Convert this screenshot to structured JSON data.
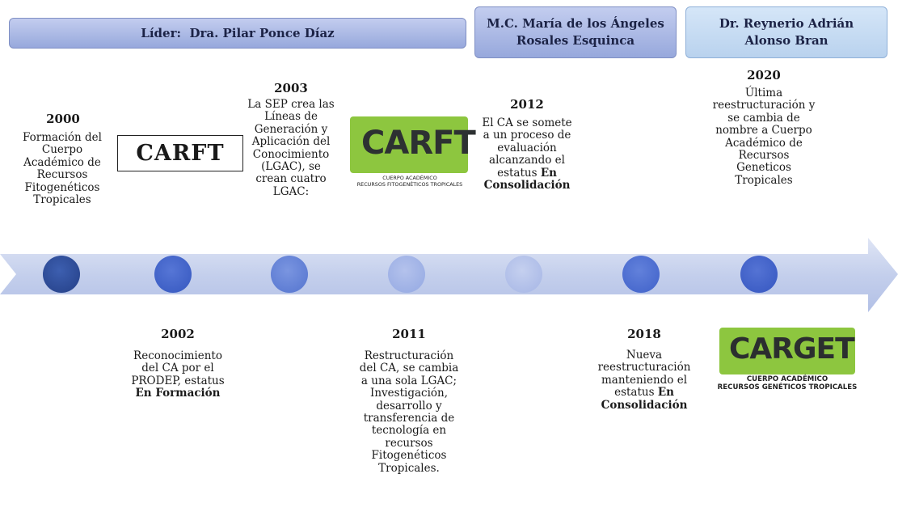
{
  "leaders": [
    {
      "name": "Líder:  Dra. Pilar Ponce Díaz"
    },
    {
      "name": "M.C. María de los Ángeles Rosales Esquinca"
    },
    {
      "name": "Dr. Reynerio Adrián Alonso Bran"
    }
  ],
  "events_top": [
    {
      "year": "2000",
      "text": "Formación del Cuerpo Académico de Recursos Fitogenéticos Tropicales"
    },
    {
      "year": "2003",
      "text": "La SEP crea las Líneas de Generación y Aplicación del Conocimiento (LGAC), se crean cuatro LGAC:"
    },
    {
      "year": "2012",
      "text_pre": "El CA se somete a un proceso de evaluación alcanzando el estatus ",
      "text_bold": "En Consolidación"
    },
    {
      "year": "2020",
      "text": "Última reestructuración y se cambia de nombre a Cuerpo Académico de Recursos Geneticos Tropicales"
    }
  ],
  "events_bottom": [
    {
      "year": "2002",
      "text_pre": "Reconocimiento del CA por el PRODEP, estatus ",
      "text_bold": "En Formación"
    },
    {
      "year": "2011",
      "text": "Restructuración del CA, se cambia a una sola LGAC; Investigación, desarrollo y transferencia de tecnología en recursos Fitogenéticos Tropicales."
    },
    {
      "year": "2018",
      "text_pre": "Nueva reestructuración manteniendo el estatus ",
      "text_bold": "En Consolidación"
    }
  ],
  "logos": {
    "carft_text": "CARFT",
    "logo1_main": "CARFT",
    "logo1_sub1": "CUERPO ACADÉMICO",
    "logo1_sub2": "RECURSOS FITOGENÉTICOS TROPICALES",
    "logo2_main": "CARGET",
    "logo2_sub1": "CUERPO ACADÉMICO",
    "logo2_sub2": "RECURSOS GENÉTICOS TROPICALES"
  },
  "colors": {
    "arrow": "#c9d3ec",
    "circles": [
      "#2f4f9c",
      "#3d63c9",
      "#5c7fd8",
      "#9db0e6",
      "#b3c2ea",
      "#4a6fd0",
      "#3a5fc6"
    ],
    "logo_green": "#8dc63f"
  }
}
